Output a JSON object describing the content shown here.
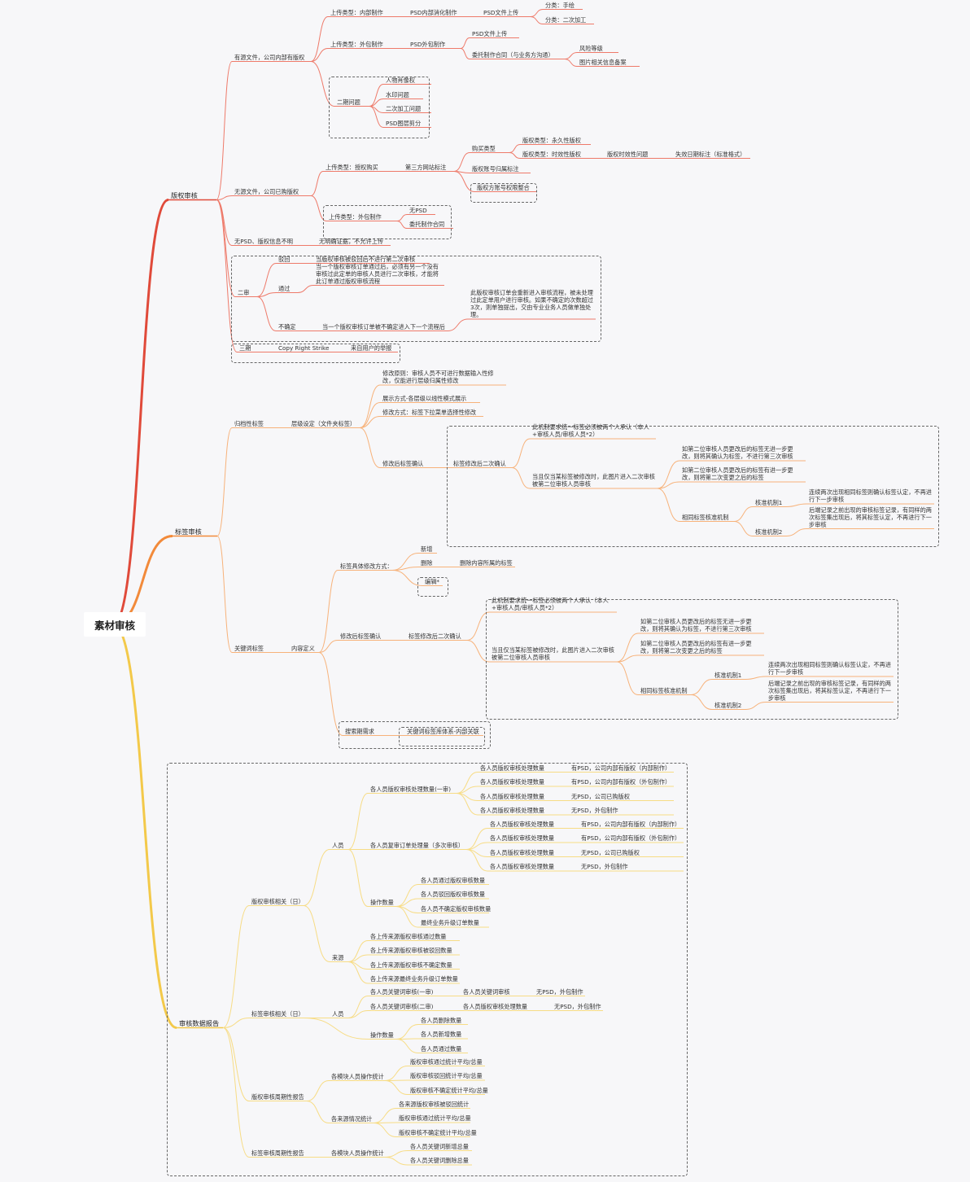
{
  "root": "素材审核",
  "copyright": {
    "title": "版权审核",
    "has_source_label": "有源文件，公司内部有版权",
    "upload_internal": "上传类型：内部制作",
    "psd_internal": "PSD内部消化制作",
    "psd_file_upload_1": "PSD文件上传",
    "cat_hand": "分类：手绘",
    "cat_secondary": "分类：二次加工",
    "upload_outsource": "上传类型：外包制作",
    "psd_outsource": "PSD外包制作",
    "psd_file_upload_2": "PSD文件上传",
    "contract": "委托制作合同（与业务方沟通）",
    "risk_level": "风险等级",
    "img_info": "图片相关信息备案",
    "phase2_issue": "二期问题",
    "portrait": "人物肖像权",
    "watermark": "水印问题",
    "secondary_issue": "二次加工问题",
    "psd_layer": "PSD图层剪分",
    "no_source_label": "无源文件，公司已购版权",
    "upload_purchase": "上传类型：授权购买",
    "third_party": "第三方网站标注",
    "purchase_type": "购买类型",
    "perm_type": "版权类型：永久性版权",
    "time_type": "版权类型：时效性版权",
    "time_issue": "版权时效性问题",
    "expire_mark": "失效日期标注（标准格式）",
    "account_mark": "版权账号归属标注",
    "account_merge": "版权方账号权限整合",
    "upload_outsource2": "上传类型：外包制作",
    "no_psd": "无PSD",
    "contract2": "委托制作合同",
    "no_psd_unclear": "无PSD、版权信息不明",
    "no_cert": "无明确证据，不允许上传",
    "second_review": "二审",
    "reject": "驳回",
    "reject_desc": "当版权审核被驳回后不进行第二次审核",
    "pass": "通过",
    "pass_desc": "当一个版权审核订单通过后，必须有另一个没有审核过此定单的审核人员进行二次审核，才能将此订单通过版权审核流程",
    "uncertain": "不确定",
    "uncertain_desc": "当一个版权审核订单被不确定进入下一个流程后",
    "uncertain_detail": "此版权审核订单会重新进入审核流程，被未处理过此定单用户进行审核。如果不确定的次数超过3次，则单独提出，交由专业业务人员做单独处理。",
    "third_review": "三期",
    "copy_right_strike": "Copy Right Strike",
    "user_report": "来自用户的举报"
  },
  "tag": {
    "title": "标签审核",
    "attr_tag": "归档性标签",
    "level_set": "层级设定（文件夹标签）",
    "modify_principle": "修改原则：审核人员不可进行数据输入性修改，仅能进行层级归属性修改",
    "display_mode": "展示方式-各层级以线性模式展示",
    "modify_mode": "修改方式：标签下拉菜单选择性修改",
    "after_confirm": "修改后标签确认",
    "second_confirm": "标签修改后二次确认",
    "mech_desc": "此机制要求统一标签必须被两个人承认（本人+审核人员/审核人员*2）",
    "only_when": "当且仅当某标签被修改时，此图片进入二次审核被第二位审核人员审核",
    "if_no_change": "如第二位审核人员更改后的标签无进一步更改，则将其确认为标签，不进行第三次审核",
    "if_change": "如第二位审核人员更改后的标签有进一步更改，则将第二次变更之后的标签",
    "same_tag": "相同标签核准机制",
    "mech1": "核准机制1",
    "mech1_desc": "连续两次出现相同标签则确认标签认定，不再进行下一步审核",
    "mech2": "核准机制2",
    "mech2_desc": "后端记录之前出现的审核标签记录，有同样的两次标签集出现后，将其标签认定，不再进行下一步审核",
    "keyword_tag": "关键词标签",
    "content_def": "内容定义",
    "specific_mode": "标签具体修改方式：",
    "add": "新增",
    "delete": "删除",
    "delete_desc": "删除内容所属的标签",
    "edit": "编辑*",
    "after_confirm2": "修改后标签确认",
    "second_confirm2": "标签修改后二次确认",
    "mech_desc2": "此机制要求统一标签必须被两个人承认（本人+审核人员/审核人员*2）",
    "only_when2": "当且仅当某标签被修改时，此图片进入二次审核被第二位审核人员审核",
    "if_no_change2": "如第二位审核人员更改后的标签无进一步更改，则将其确认为标签，不进行第三次审核",
    "if_change2": "如第二位审核人员更改后的标签有进一步更改，则将第二次变更之后的标签",
    "same_tag2": "相同标签核准机制",
    "mech1b": "核准机制1",
    "mech1_desc2": "连续两次出现相同标签则确认标签认定，不再进行下一步审核",
    "mech2b": "核准机制2",
    "mech2_desc2": "后端记录之前出现的审核标签记录，有同样的两次标签集出现后，将其标签认定，不再进行下一步审核",
    "search_req": "搜索期需求",
    "keyword_lib": "关键词标签库体系-内部关联"
  },
  "report": {
    "title": "审核数据报告",
    "cr_daily": "版权审核相关（日）",
    "staff": "人员",
    "first_review_count": "各人员版权审核处理数量(一审)",
    "fr_rows": [
      {
        "a": "各人员版权审核处理数量",
        "b": "有PSD，公司内部有版权（内部制作）"
      },
      {
        "a": "各人员版权审核处理数量",
        "b": "有PSD，公司内部有版权（外包制作）"
      },
      {
        "a": "各人员版权审核处理数量",
        "b": "无PSD，公司已购版权"
      },
      {
        "a": "各人员版权审核处理数量",
        "b": "无PSD，外包制作"
      }
    ],
    "re_review_count": "各人员复审订单处理量（多次审核）",
    "rr_rows": [
      {
        "a": "各人员版权审核处理数量",
        "b": "有PSD，公司内部有版权（内部制作）"
      },
      {
        "a": "各人员版权审核处理数量",
        "b": "有PSD，公司内部有版权（外包制作）"
      },
      {
        "a": "各人员版权审核处理数量",
        "b": "无PSD，公司已购版权"
      },
      {
        "a": "各人员版权审核处理数量",
        "b": "无PSD，外包制作"
      }
    ],
    "op_count": "操作数量",
    "op_rows": [
      "各人员通过版权审核数量",
      "各人员驳回版权审核数量",
      "各人员不确定版权审核数量",
      "最终业务升级订单数量"
    ],
    "source": "来源",
    "src_rows": [
      "各上传来源版权审核通过数量",
      "各上传来源版权审核被驳回数量",
      "各上传来源版权审核不确定数量",
      "各上传来源最终业务升级订单数量"
    ],
    "tag_daily": "标签审核相关（日）",
    "staff2": "人员",
    "kw_first": "各人员关键词审核(一审)",
    "kw_first_a": "各人员关键词审核",
    "kw_first_b": "无PSD，外包制作",
    "kw_second": "各人员关键词审核(二审)",
    "kw_second_a": "各人员版权审核处理数量",
    "kw_second_b": "无PSD，外包制作",
    "op_count2": "操作数量",
    "op2_rows": [
      "各人员删除数量",
      "各人员新增数量",
      "各人员通过数量"
    ],
    "cr_periodic": "版权审核周期性报告",
    "module_stat": "各模块人员操作统计",
    "module_rows": [
      "版权审核通过统计平均/总量",
      "版权审核驳回统计平均/总量",
      "版权审核不确定统计平均/总量"
    ],
    "source_stat": "各来源情况统计",
    "source_rows": [
      "各来源版权审核被驳回统计",
      "版权审核通过统计平均/总量",
      "版权审核不确定统计平均/总量"
    ],
    "tag_periodic": "标签审核周期性报告",
    "module_stat2": "各模块人员操作统计",
    "module2_rows": [
      "各人员关键词新增总量",
      "各人员关键词删除总量"
    ]
  }
}
